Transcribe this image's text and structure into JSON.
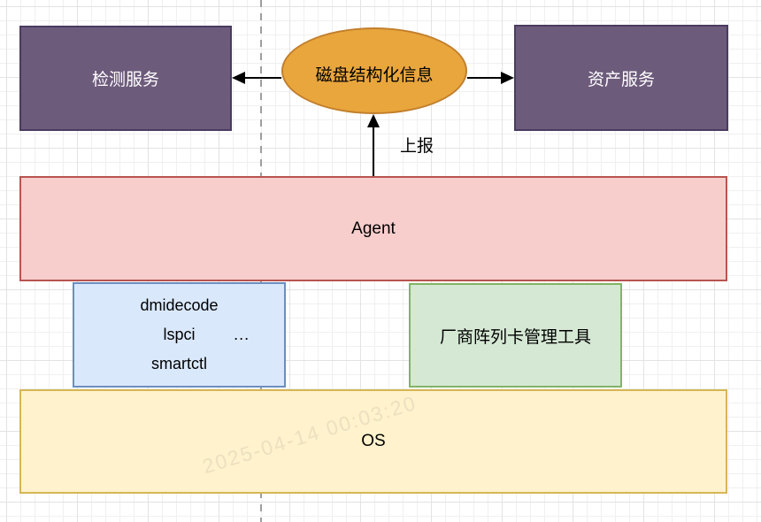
{
  "diagram": {
    "nodes": {
      "detect": {
        "label": "检测服务"
      },
      "asset": {
        "label": "资产服务"
      },
      "disk": {
        "label": "磁盘结构化信息"
      },
      "agent": {
        "label": "Agent"
      },
      "tools": {
        "line1": "dmidecode",
        "line2": "lspci",
        "dots": "...",
        "line3": "smartctl"
      },
      "vendor": {
        "label": "厂商阵列卡管理工具"
      },
      "os": {
        "label": "OS"
      }
    },
    "edges": {
      "report": {
        "label": "上报"
      }
    },
    "watermark": {
      "text": "2025-04-14 00:03:20"
    },
    "colors": {
      "purple_fill": "#6D5B7C",
      "purple_stroke": "#4A3B60",
      "orange_fill": "#E9A63D",
      "orange_stroke": "#C27F2C",
      "red_fill": "#F8CECC",
      "red_stroke": "#B85450",
      "blue_fill": "#DAE8FC",
      "blue_stroke": "#6C8EBF",
      "green_fill": "#D5E8D4",
      "green_stroke": "#82B366",
      "yellow_fill": "#FFF2CC",
      "yellow_stroke": "#D6B656",
      "edge_color": "#000000",
      "divider_color": "#9E9E9E"
    }
  }
}
